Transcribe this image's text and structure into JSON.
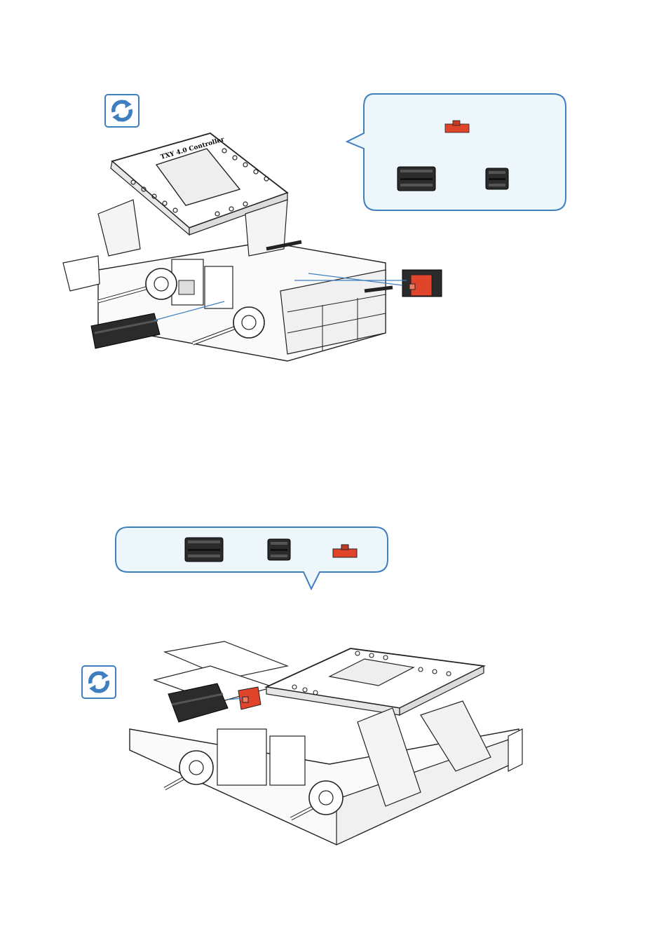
{
  "colors": {
    "accent_blue": "#3f7fc0",
    "callout_fill": "#edf6fb",
    "part_black": "#2b2b2b",
    "part_red": "#e0452c",
    "line_blue": "#3f7fc0"
  },
  "steps": [
    {
      "rotate_icon": "rotate-view-icon",
      "callout_parts": [
        "red-connector-plate",
        "black-double-block",
        "black-single-block"
      ],
      "controller_label": "TXY 4.0 Controller"
    },
    {
      "rotate_icon": "rotate-view-icon",
      "callout_parts": [
        "black-double-block",
        "black-single-block",
        "red-connector-plate"
      ]
    }
  ]
}
